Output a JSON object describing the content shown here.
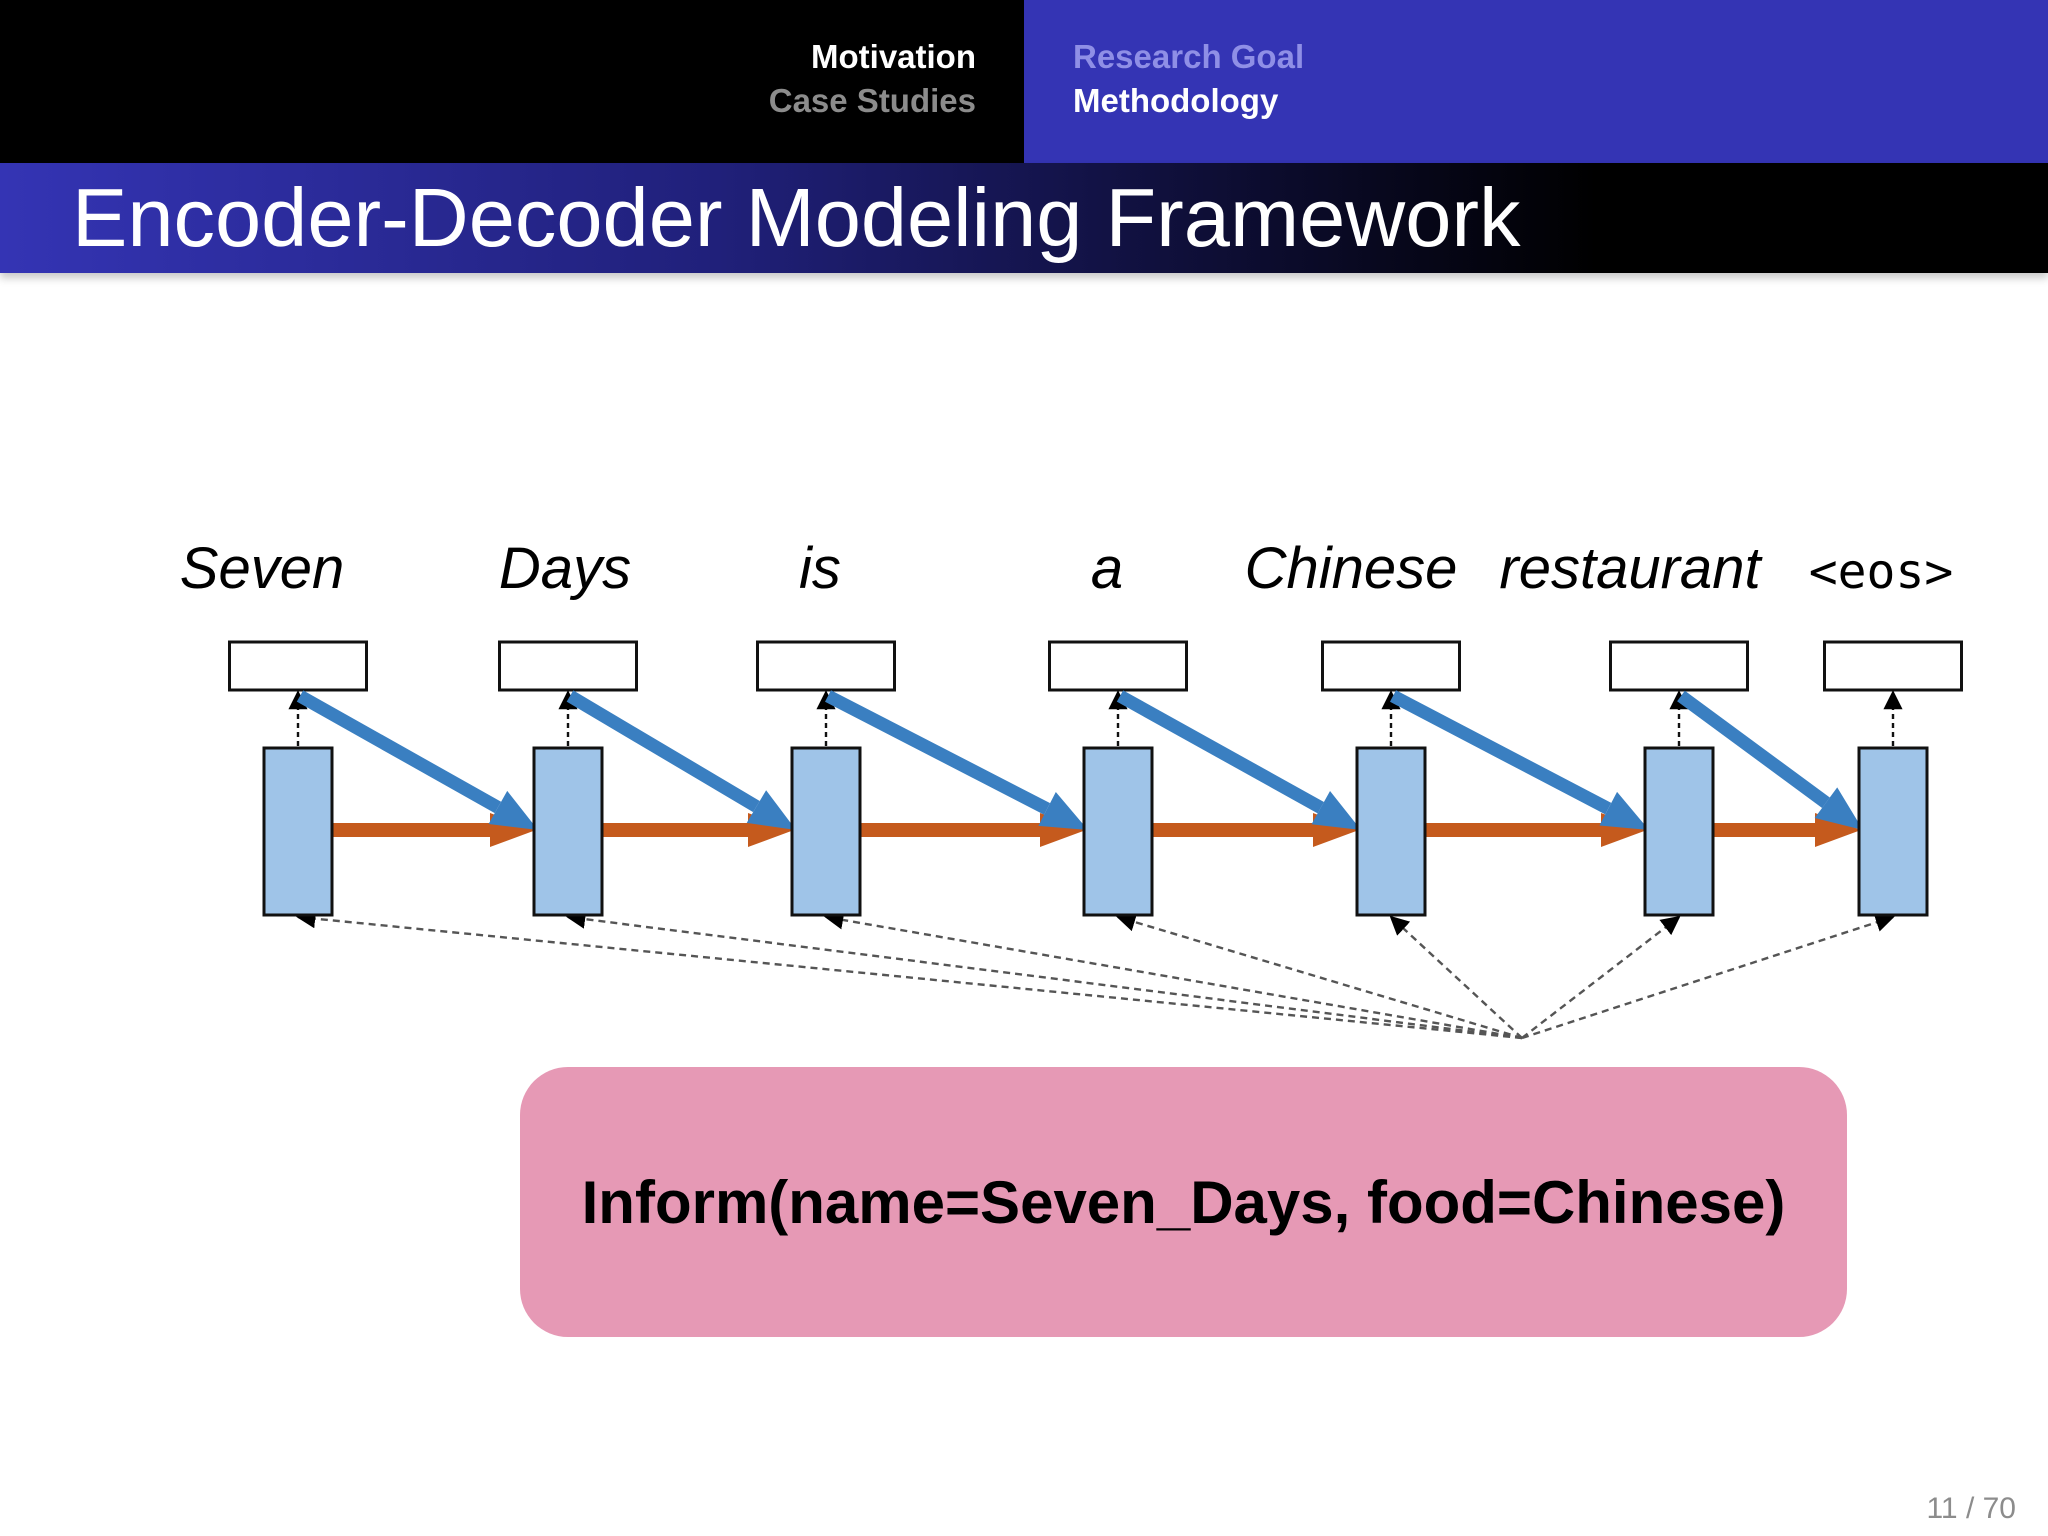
{
  "nav": {
    "left_sections": [
      {
        "label": "Motivation",
        "active": true
      },
      {
        "label": "Case Studies",
        "active": false
      }
    ],
    "right_sections": [
      {
        "label": "Research Goal",
        "active": false
      },
      {
        "label": "Methodology",
        "active": true
      }
    ]
  },
  "slide": {
    "title": "Encoder-Decoder Modeling Framework",
    "page_number": "11 / 70"
  },
  "diagram": {
    "tokens": [
      "Seven",
      "Days",
      "is",
      "a",
      "Chinese",
      "restaurant",
      "<eos>"
    ],
    "dialogue_act": "Inform(name=Seven_Days, food=Chinese)",
    "colors": {
      "hidden_state_fill": "#9fc4e8",
      "recurrent_arrow": "#c55a1d",
      "feedback_arrow": "#3a7fc1",
      "dialogue_act_box": "#e699b5"
    }
  }
}
